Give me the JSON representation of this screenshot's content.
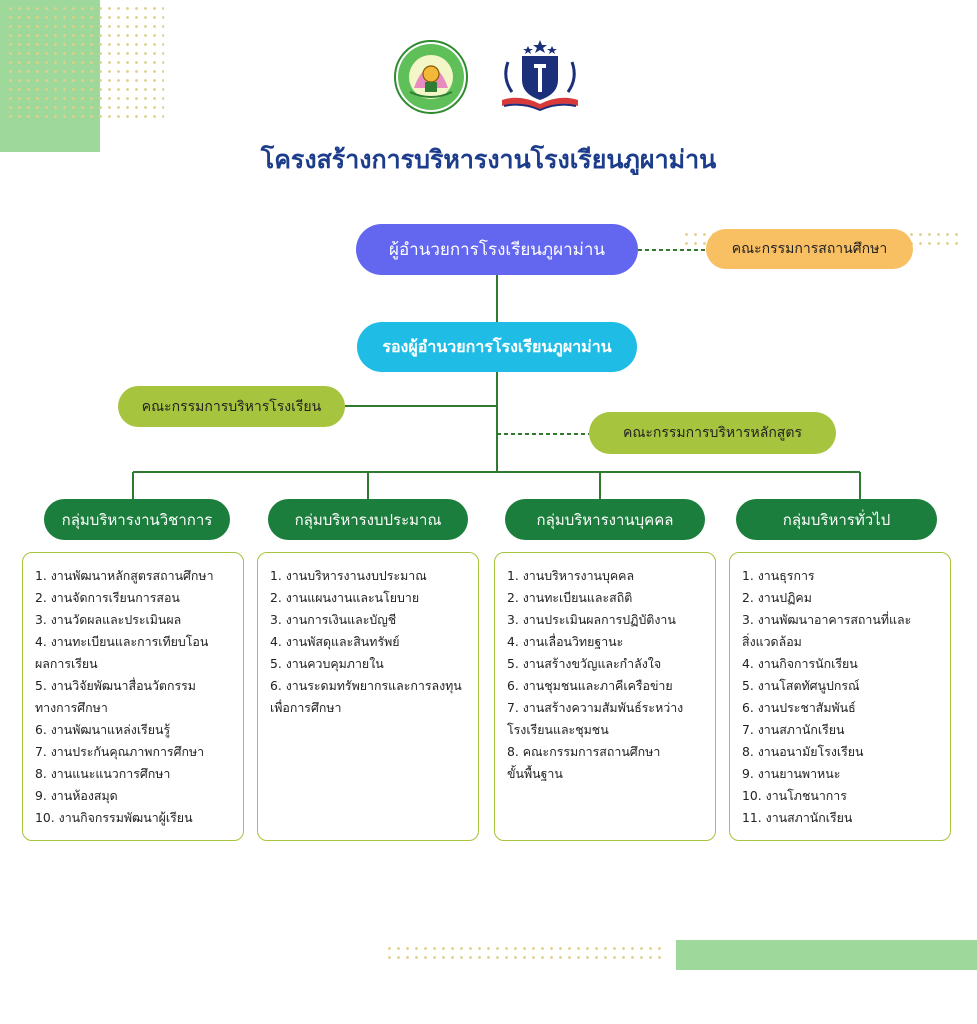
{
  "title": "โครงสร้างการบริหารงานโรงเรียนภูผาม่าน",
  "logos": {
    "school": "โรงเรียนภูผาม่าน",
    "obec_icon": "obec-logo-icon"
  },
  "nodes": {
    "director": "ผู้อำนวยการโรงเรียนภูผาม่าน",
    "deputy": "รองผู้อำนวยการโรงเรียนภูผาม่าน",
    "education_committee": "คณะกรรมการสถานศึกษา",
    "admin_committee": "คณะกรรมการบริหารโรงเรียน",
    "curriculum_committee": "คณะกรรมการบริหารหลักสูตร"
  },
  "groups": [
    {
      "title": "กลุ่มบริหารงานวิชาการ",
      "items": [
        "1. งานพัฒนาหลักสูตรสถานศึกษา",
        "2. งานจัดการเรียนการสอน",
        "3. งานวัดผลและประเมินผล",
        "4. งานทะเบียนและการเทียบโอน\nผลการเรียน",
        "5. งานวิจัยพัฒนาสื่อนวัตกรรม\nทางการศึกษา",
        "6. งานพัฒนาแหล่งเรียนรู้",
        "7. งานประกันคุณภาพการศึกษา",
        "8. งานแนะแนวการศึกษา",
        "9. งานห้องสมุด",
        "10. งานกิจกรรมพัฒนาผู้เรียน"
      ]
    },
    {
      "title": "กลุ่มบริหารงบประมาณ",
      "items": [
        "1. งานบริหารงานงบประมาณ",
        "2. งานแผนงานและนโยบาย",
        "3. งานการเงินและบัญชี",
        "4. งานพัสดุและสินทรัพย์",
        "5. งานควบคุมภายใน",
        "6. งานระดมทรัพยากรและการลงทุน\nเพื่อการศึกษา"
      ]
    },
    {
      "title": "กลุ่มบริหารงานบุคคล",
      "items": [
        "1. งานบริหารงานบุคคล",
        "2. งานทะเบียนและสถิติ",
        "3. งานประเมินผลการปฏิบัติงาน",
        "4. งานเลื่อนวิทยฐานะ",
        "5. งานสร้างขวัญและกำลังใจ",
        "6. งานชุมชนและภาคีเครือข่าย",
        "7. งานสร้างความสัมพันธ์ระหว่าง\nโรงเรียนและชุมชน",
        "8. คณะกรรมการสถานศึกษา\nขั้นพื้นฐาน"
      ]
    },
    {
      "title": "กลุ่มบริหารทั่วไป",
      "items": [
        "1. งานธุรการ",
        "2. งานปฏิคม",
        "3. งานพัฒนาอาคารสถานที่และ\nสิ่งแวดล้อม",
        "4. งานกิจการนักเรียน",
        "5. งานโสตทัศนูปกรณ์",
        "6. งานประชาสัมพันธ์",
        "7. งานสภานักเรียน",
        "8. งานอนามัยโรงเรียน",
        "9. งานยานพาหนะ",
        "10. งานโภชนาการ",
        "11. งานสภานักเรียน"
      ]
    }
  ],
  "colors": {
    "title": "#1c3c8c",
    "director": "#6366ee",
    "deputy": "#1fbde6",
    "education_committee": "#f9bf63",
    "committee": "#a6c43d",
    "group": "#1b7e3c",
    "connector": "#2f7a2f",
    "deco_green": "#9ed89b"
  }
}
